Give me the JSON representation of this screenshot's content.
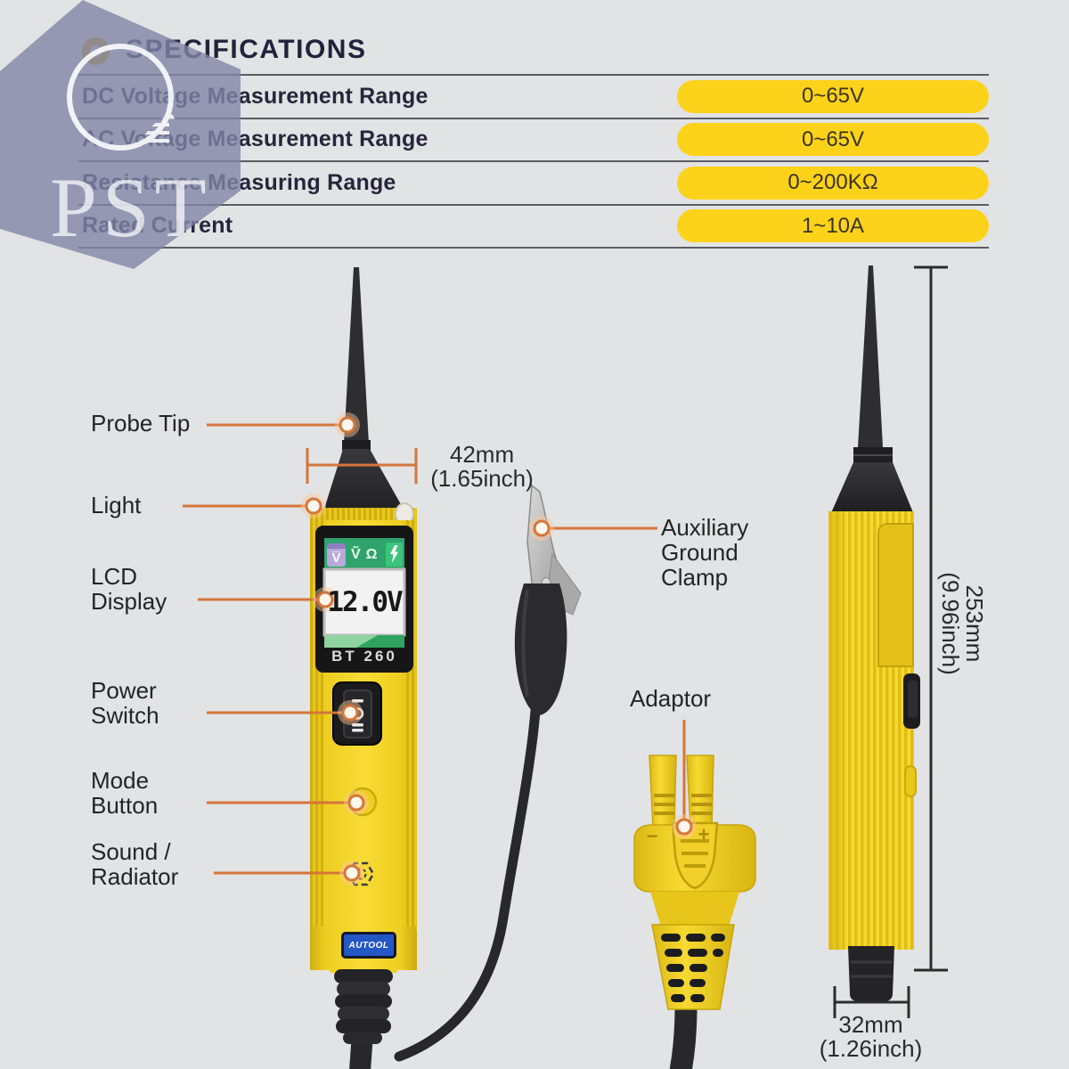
{
  "header": {
    "title": "SPECIFICATIONS",
    "bullet_icon": "ring-bullet-icon"
  },
  "specs": {
    "rows": [
      {
        "label": "DC Voltage Measurement Range",
        "value": "0~65V"
      },
      {
        "label": "AC Voltage Measurement Range",
        "value": "0~65V"
      },
      {
        "label": "Resistance Measuring Range",
        "value": "0~200KΩ"
      },
      {
        "label": "Rated Current",
        "value": "1~10A"
      }
    ]
  },
  "diagram": {
    "labels": {
      "probe_tip": "Probe Tip",
      "light": "Light",
      "lcd_display": "LCD\nDisplay",
      "power_switch": "Power\nSwitch",
      "mode_button": "Mode\nButton",
      "sound_radiator": "Sound /\nRadiator",
      "auxiliary_ground_clamp": "Auxiliary\nGround\nClamp",
      "adaptor": "Adaptor"
    },
    "dimensions": {
      "probe_base_width": "42mm\n(1.65inch)",
      "device_length": "253mm\n(9.96inch)",
      "device_width": "32mm\n(1.26inch)"
    },
    "device": {
      "lcd_value": "12.0V",
      "model": "BT 260",
      "brand": "AUTOOL",
      "lcd_mode_dc": "V̅",
      "lcd_mode_ac": "Ṽ",
      "lcd_mode_ohm": "Ω",
      "adaptor_minus": "−",
      "adaptor_plus": "+",
      "icons": [
        "lightning-speaker-icon",
        "power-rocker-markings-I-O-II",
        "sound-radiator-grille-icon"
      ]
    }
  },
  "watermark": {
    "text": "PST",
    "logo": "mountains-in-circle-logo"
  },
  "colors": {
    "accent_orange": "#d4763b",
    "pill_yellow": "#fdd21a",
    "device_yellow": "#f2d024",
    "lcd_green": "#2fa36b",
    "watermark_purple": "#8486a6",
    "navy_text": "#22263e",
    "background": "#e2e3e4"
  }
}
